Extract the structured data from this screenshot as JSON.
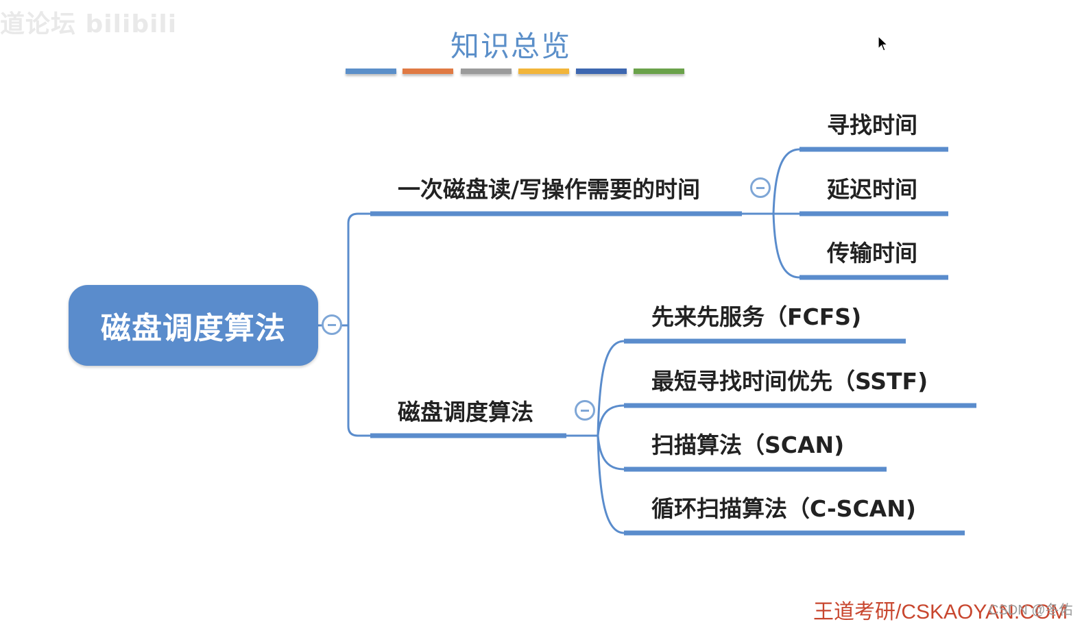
{
  "watermark_text": "道论坛 bilibili",
  "page_title": "知识总览",
  "title_bar_colors": [
    "#5b8fc9",
    "#e07a43",
    "#9b9b9b",
    "#f2b53a",
    "#3d67b0",
    "#6aa24a"
  ],
  "accent_color": "#5a8ccc",
  "mindmap": {
    "root": {
      "label": "磁盘调度算法"
    },
    "branches": [
      {
        "label": "一次磁盘读/写操作需要的时间",
        "children": [
          "寻找时间",
          "延迟时间",
          "传输时间"
        ]
      },
      {
        "label": "磁盘调度算法",
        "children": [
          "先来先服务（FCFS)",
          "最短寻找时间优先（SSTF)",
          "扫描算法（SCAN)",
          "循环扫描算法（C-SCAN)"
        ]
      }
    ]
  },
  "footer": {
    "brand": "王道考研/CSKAOYAN.COM",
    "credit": "CSDN @冬佑"
  },
  "icons": {
    "collapse": "minus-circle-icon",
    "cursor": "mouse-pointer-icon"
  }
}
